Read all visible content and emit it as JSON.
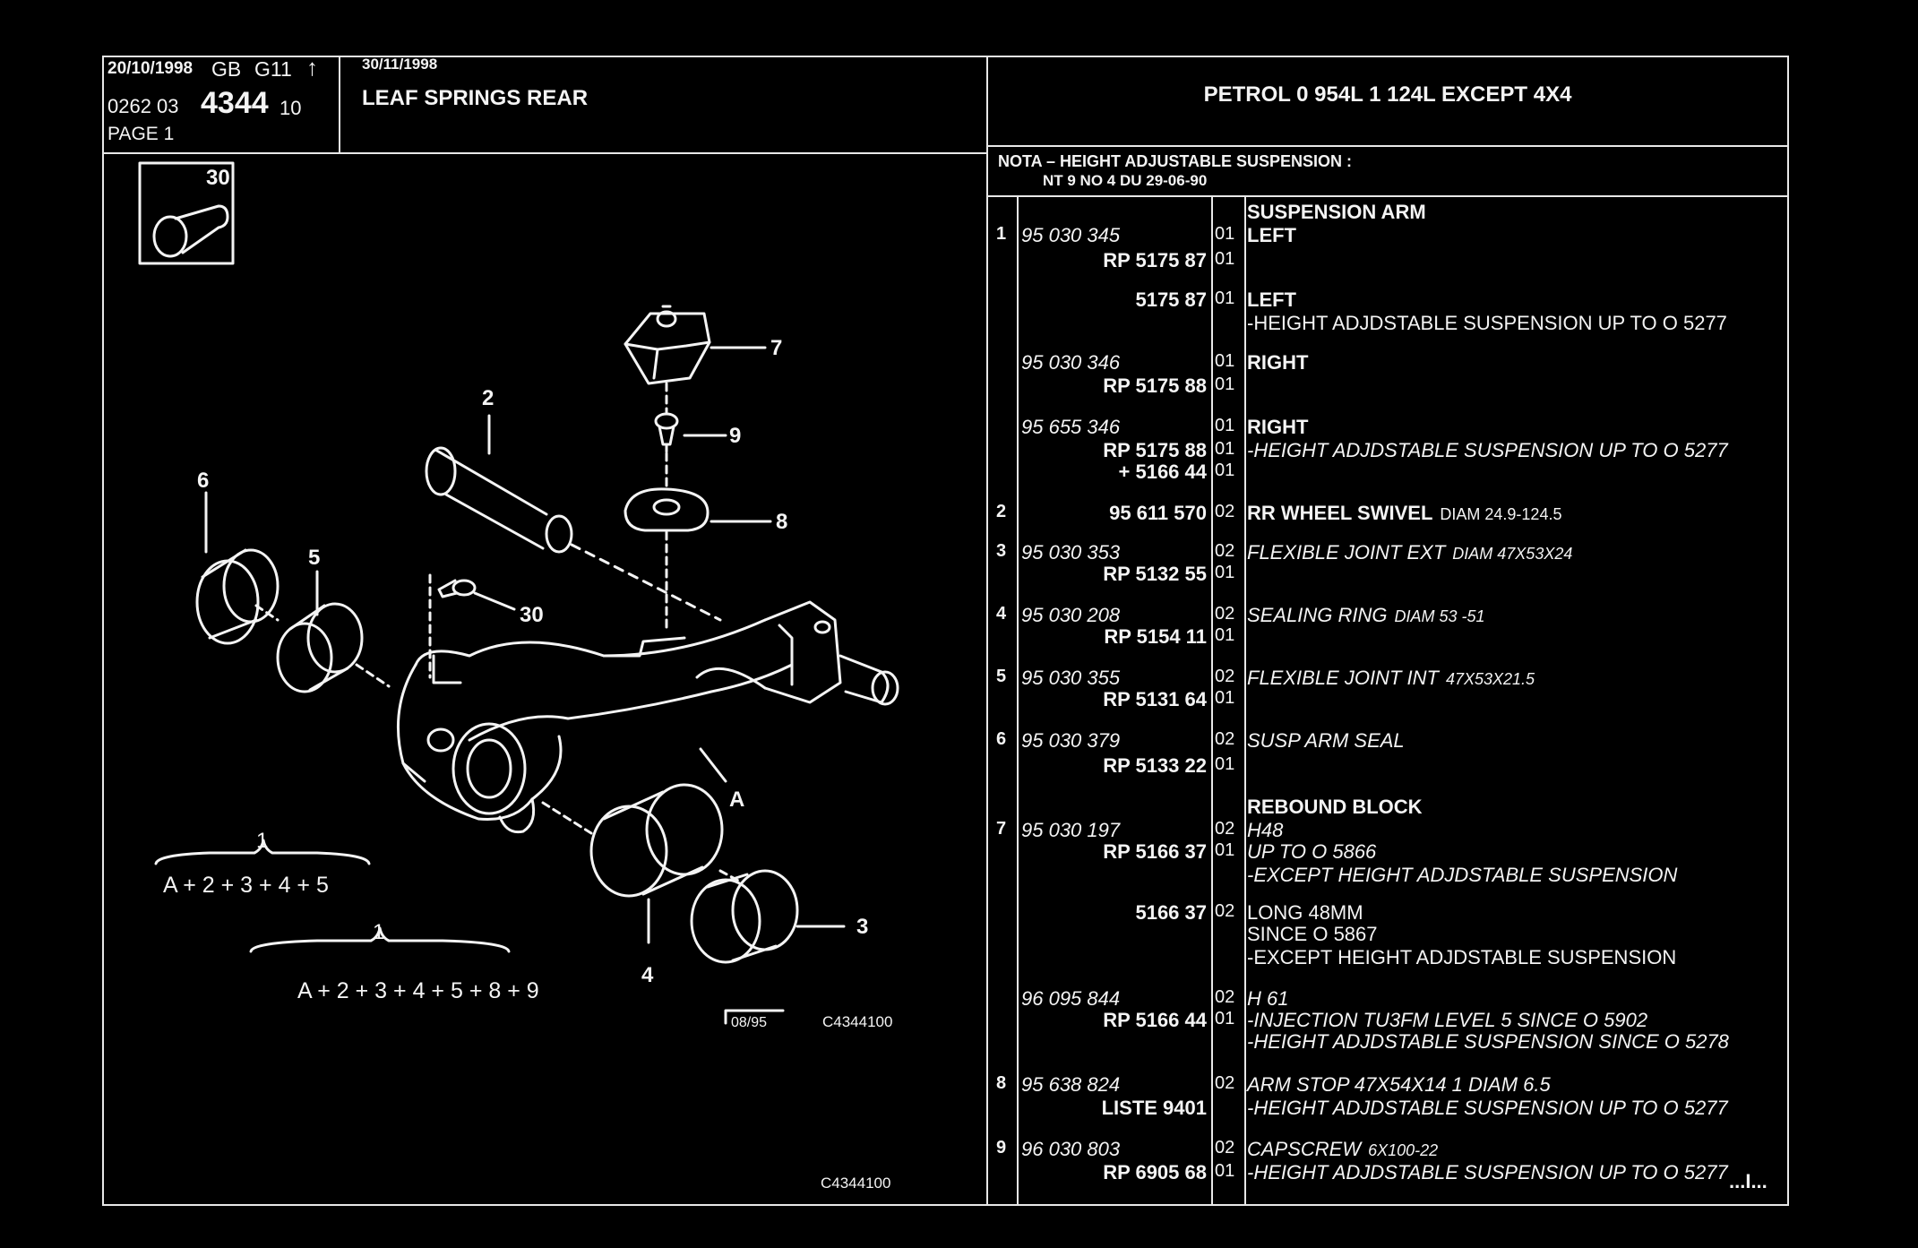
{
  "header": {
    "date1": "20/10/1998",
    "lang": "GB",
    "model": "G11",
    "arrow": "↑",
    "ref_prefix": "0262  03",
    "ref_main": "4344",
    "ref_suffix": "10",
    "page": "PAGE  1",
    "date2": "30/11/1998",
    "title": "LEAF SPRINGS REAR",
    "engine": "PETROL 0 954L 1 124L EXCEPT  4X4"
  },
  "note": {
    "line1": "NOTA  –  HEIGHT ADJUSTABLE SUSPENSION :",
    "line2": "NT 9 NO 4 DU 29-06-90"
  },
  "diagram": {
    "inset_number": "30",
    "callouts": [
      "7",
      "9",
      "8",
      "2",
      "6",
      "5",
      "30",
      "A",
      "3",
      "4"
    ],
    "formula1_label": "1",
    "formula1": "A + 2 + 3 + 4 + 5",
    "formula2_label": "1",
    "formula2": "A + 2 + 3 + 4 + 5 + 8 + 9",
    "date_box": "08/95",
    "code1": "C4344100",
    "code2": "C4344100"
  },
  "parts": [
    {
      "no": "",
      "ref": "",
      "rp": "",
      "qty": "",
      "desc": "SUSPENSION ARM",
      "desc_style": "bold"
    },
    {
      "no": "1",
      "ref": "95 030 345",
      "rp": "",
      "qty": "01",
      "desc": "LEFT",
      "desc_style": "bold"
    },
    {
      "no": "",
      "ref": "",
      "rp": "RP  5175 87",
      "qty": "01",
      "desc": "",
      "desc_style": ""
    },
    {
      "no": "",
      "ref": "",
      "rp": "5175 87",
      "qty": "01",
      "desc": "LEFT",
      "desc_style": "bold"
    },
    {
      "no": "",
      "ref": "",
      "rp": "",
      "qty": "",
      "desc": "-HEIGHT ADJDSTABLE SUSPENSION UP  TO  O  5277",
      "desc_style": ""
    },
    {
      "no": "",
      "ref": "95 030 346",
      "rp": "",
      "qty": "01",
      "desc": "RIGHT",
      "desc_style": "bold"
    },
    {
      "no": "",
      "ref": "",
      "rp": "RP  5175 88",
      "qty": "01",
      "desc": "",
      "desc_style": ""
    },
    {
      "no": "",
      "ref": "95 655 346",
      "rp": "",
      "qty": "01",
      "desc": "RIGHT",
      "desc_style": "bold"
    },
    {
      "no": "",
      "ref": "",
      "rp": "RP  5175 88",
      "qty": "01",
      "desc": "-HEIGHT ADJDSTABLE SUSPENSION UP  TO  O  5277",
      "desc_style": "italic"
    },
    {
      "no": "",
      "ref": "",
      "rp": "+  5166 44",
      "qty": "01",
      "desc": "",
      "desc_style": ""
    },
    {
      "no": "2",
      "ref": "",
      "rp": "95 611 570",
      "qty": "02",
      "desc": "RR WHEEL SWIVEL",
      "desc2": "DIAM 24.9-124.5",
      "desc_style": "bold"
    },
    {
      "no": "3",
      "ref": "95 030 353",
      "rp": "",
      "qty": "02",
      "desc": "FLEXIBLE JOINT EXT",
      "desc2": "DIAM 47X53X24",
      "desc_style": "italic"
    },
    {
      "no": "",
      "ref": "",
      "rp": "RP  5132 55",
      "qty": "01",
      "desc": "",
      "desc_style": ""
    },
    {
      "no": "4",
      "ref": "95 030 208",
      "rp": "",
      "qty": "02",
      "desc": "SEALING RING",
      "desc2": "DIAM 53 -51",
      "desc_style": "italic"
    },
    {
      "no": "",
      "ref": "",
      "rp": "RP  5154 11",
      "qty": "01",
      "desc": "",
      "desc_style": ""
    },
    {
      "no": "5",
      "ref": "95 030 355",
      "rp": "",
      "qty": "02",
      "desc": "FLEXIBLE JOINT INT",
      "desc2": "47X53X21.5",
      "desc_style": "italic"
    },
    {
      "no": "",
      "ref": "",
      "rp": "RP  5131 64",
      "qty": "01",
      "desc": "",
      "desc_style": ""
    },
    {
      "no": "6",
      "ref": "95 030 379",
      "rp": "",
      "qty": "02",
      "desc": "SUSP ARM SEAL",
      "desc_style": "italic"
    },
    {
      "no": "",
      "ref": "",
      "rp": "RP  5133 22",
      "qty": "01",
      "desc": "",
      "desc_style": ""
    },
    {
      "no": "",
      "ref": "",
      "rp": "",
      "qty": "",
      "desc": "REBOUND BLOCK",
      "desc_style": "bold"
    },
    {
      "no": "7",
      "ref": "95 030 197",
      "rp": "",
      "qty": "02",
      "desc": "H48",
      "desc_style": "italic"
    },
    {
      "no": "",
      "ref": "",
      "rp": "RP  5166 37",
      "qty": "01",
      "desc": "UP  TO  O  5866",
      "desc_style": "italic"
    },
    {
      "no": "",
      "ref": "",
      "rp": "",
      "qty": "",
      "desc": "-EXCEPT  HEIGHT ADJDSTABLE SUSPENSION",
      "desc_style": "italic"
    },
    {
      "no": "",
      "ref": "",
      "rp": "5166 37",
      "qty": "02",
      "desc": "LONG 48MM",
      "desc_style": ""
    },
    {
      "no": "",
      "ref": "",
      "rp": "",
      "qty": "",
      "desc": "SINCE  O  5867",
      "desc_style": ""
    },
    {
      "no": "",
      "ref": "",
      "rp": "",
      "qty": "",
      "desc": "-EXCEPT  HEIGHT ADJDSTABLE SUSPENSION",
      "desc_style": ""
    },
    {
      "no": "",
      "ref": "96 095 844",
      "rp": "",
      "qty": "02",
      "desc": "H 61",
      "desc_style": "italic"
    },
    {
      "no": "",
      "ref": "",
      "rp": "RP  5166 44",
      "qty": "01",
      "desc": "-INJECTION TU3FM LEVEL 5 SINCE  O  5902",
      "desc_style": "italic"
    },
    {
      "no": "",
      "ref": "",
      "rp": "",
      "qty": "",
      "desc": "-HEIGHT ADJDSTABLE SUSPENSION SINCE  O  5278",
      "desc_style": "italic"
    },
    {
      "no": "8",
      "ref": "95 638 824",
      "rp": "",
      "qty": "02",
      "desc": "ARM STOP 47X54X14 1 DIAM 6.5",
      "desc_style": "italic"
    },
    {
      "no": "",
      "ref": "",
      "rp": "LISTE 9401",
      "qty": "",
      "desc": "-HEIGHT ADJDSTABLE SUSPENSION UP  TO  O  5277",
      "desc_style": "italic"
    },
    {
      "no": "9",
      "ref": "96 030 803",
      "rp": "",
      "qty": "02",
      "desc": "CAPSCREW",
      "desc2": "6X100-22",
      "desc_style": "italic"
    },
    {
      "no": "",
      "ref": "",
      "rp": "RP  6905 68",
      "qty": "01",
      "desc": "-HEIGHT ADJDSTABLE SUSPENSION UP  TO  O  5277",
      "desc_style": "italic"
    }
  ],
  "continued": "...I..."
}
